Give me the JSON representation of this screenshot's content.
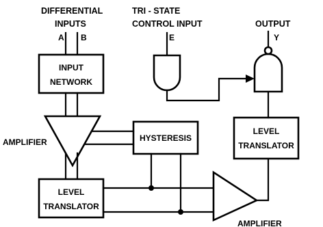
{
  "labels": {
    "differential_line1": "DIFFERENTIAL",
    "differential_line2": "INPUTS",
    "pin_a": "A",
    "pin_b": "B",
    "tristate_line1": "TRI - STATE",
    "tristate_line2": "CONTROL INPUT",
    "pin_e": "E",
    "output_title": "OUTPUT",
    "pin_y": "Y",
    "amplifier_left": "AMPLIFIER",
    "amplifier_bottom": "AMPLIFIER"
  },
  "blocks": {
    "input_network_line1": "INPUT",
    "input_network_line2": "NETWORK",
    "hysteresis": "HYSTERESIS",
    "level_translator_left_line1": "LEVEL",
    "level_translator_left_line2": "TRANSLATOR",
    "level_translator_right_line1": "LEVEL",
    "level_translator_right_line2": "TRANSLATOR"
  }
}
